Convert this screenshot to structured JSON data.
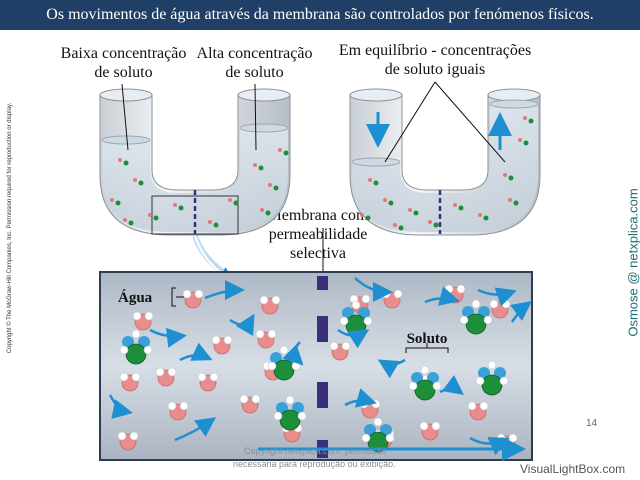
{
  "banner": {
    "title": "Os movimentos de água através da membrana são controlados por fenómenos físicos."
  },
  "labels": {
    "low_conc": [
      "Baixa concentração",
      "de soluto"
    ],
    "high_conc": [
      "Alta concentração",
      "de soluto"
    ],
    "equilibrium": [
      "Em equilíbrio - concentrações",
      "de soluto iguais"
    ],
    "membrane": [
      "Membrana com",
      "permeabilidade",
      "selectiva"
    ],
    "water": "Água",
    "solute": "Soluto"
  },
  "side_text": {
    "copyright": "Copyright © The McGraw-Hill Companies, Inc. Permission required for reproduction or display.",
    "osmose": "Osmose @ netxplica.com"
  },
  "watermark": {
    "line1": "Copyright netxplica.com: permissão",
    "line2": "necessária para reprodução ou exibição."
  },
  "slide_number": "14",
  "site": "VisualLightBox.com",
  "colors": {
    "banner": "#1f3f66",
    "membrane": "#3a2f7a",
    "arrow": "#1e8fd0",
    "water": "#e98c8c",
    "solute": "#1d8f3a"
  }
}
